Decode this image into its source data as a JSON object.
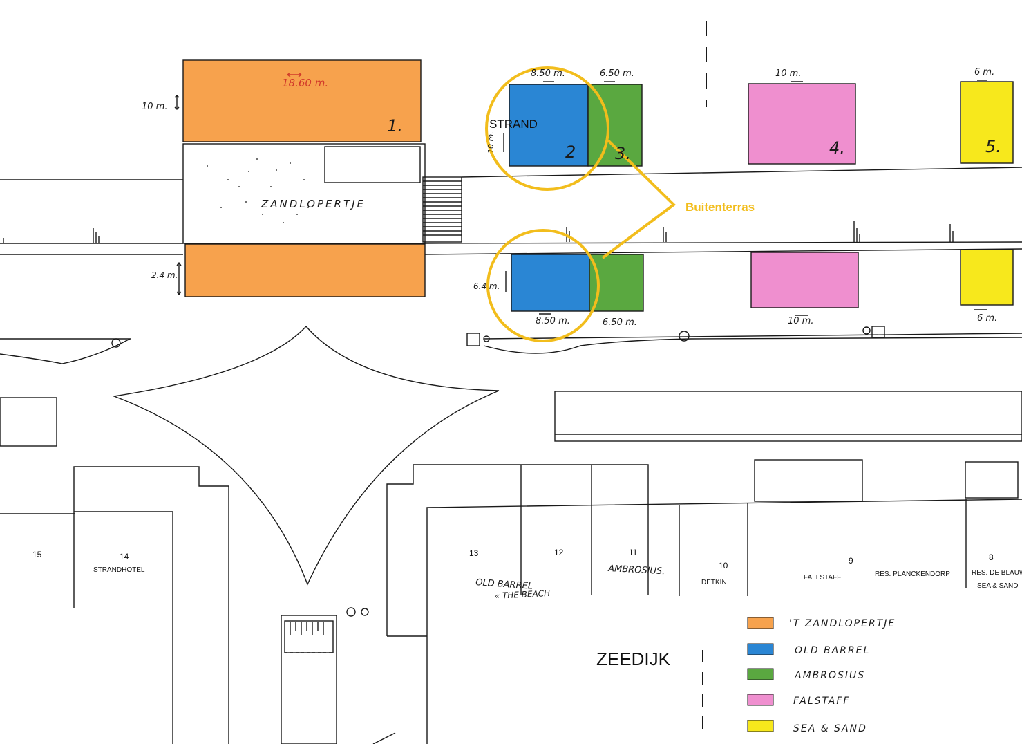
{
  "colors": {
    "zandlopertje": "#f7a24d",
    "old_barrel": "#2a86d4",
    "ambrosius": "#5aa840",
    "falstaff": "#ef8fcf",
    "sea_sand": "#f7e81c",
    "callout": "#f2bd1c",
    "ink": "#1a1a1a"
  },
  "labels": {
    "strand": "STRAND",
    "zandlopertje": "ZANDLOPERTJE",
    "zeedijk": "ZEEDIJK",
    "buitenterras": "Buitenterras"
  },
  "terrace_numbers": [
    "1.",
    "2",
    "3.",
    "4.",
    "5."
  ],
  "dimensions": {
    "zone1_width": "18.60 m.",
    "zone1_depth": "10 m.",
    "zone1_lower_depth": "2.4 m.",
    "zone2_width": "8.50 m.",
    "zone2_depth": "10 m.",
    "zone3_width": "6.50 m.",
    "zone4_width": "10 m.",
    "zone5_width": "6 m.",
    "lower2_depth": "6.4 m.",
    "lower2_width": "8.50 m.",
    "lower3_width": "6.50 m.",
    "lower4_width": "10 m.",
    "lower5_width": "6 m."
  },
  "buildings": [
    {
      "number": "15",
      "name": ""
    },
    {
      "number": "14",
      "name": "STRANDHOTEL"
    },
    {
      "number": "13",
      "name": ""
    },
    {
      "number": "12",
      "name": ""
    },
    {
      "number": "11",
      "name": ""
    },
    {
      "number": "10",
      "name": "DETKIN"
    },
    {
      "number": "9",
      "name": "FALLSTAFF"
    },
    {
      "number": "",
      "name": "RES. PLANCKENDORP"
    },
    {
      "number": "8",
      "name": "RES. DE BLAUWV"
    },
    {
      "number": "",
      "name": "SEA & SAND"
    }
  ],
  "handwritten": {
    "old_barrel_line1": "OLD BARREL",
    "old_barrel_line2": "« THE BEACH",
    "ambrosius": "AMBROSIUS."
  },
  "legend": [
    {
      "label": "'T ZANDLOPERTJE",
      "color": "#f7a24d"
    },
    {
      "label": "OLD BARREL",
      "color": "#2a86d4"
    },
    {
      "label": "AMBROSIUS",
      "color": "#5aa840"
    },
    {
      "label": "FALSTAFF",
      "color": "#ef8fcf"
    },
    {
      "label": "SEA & SAND",
      "color": "#f7e81c"
    }
  ]
}
